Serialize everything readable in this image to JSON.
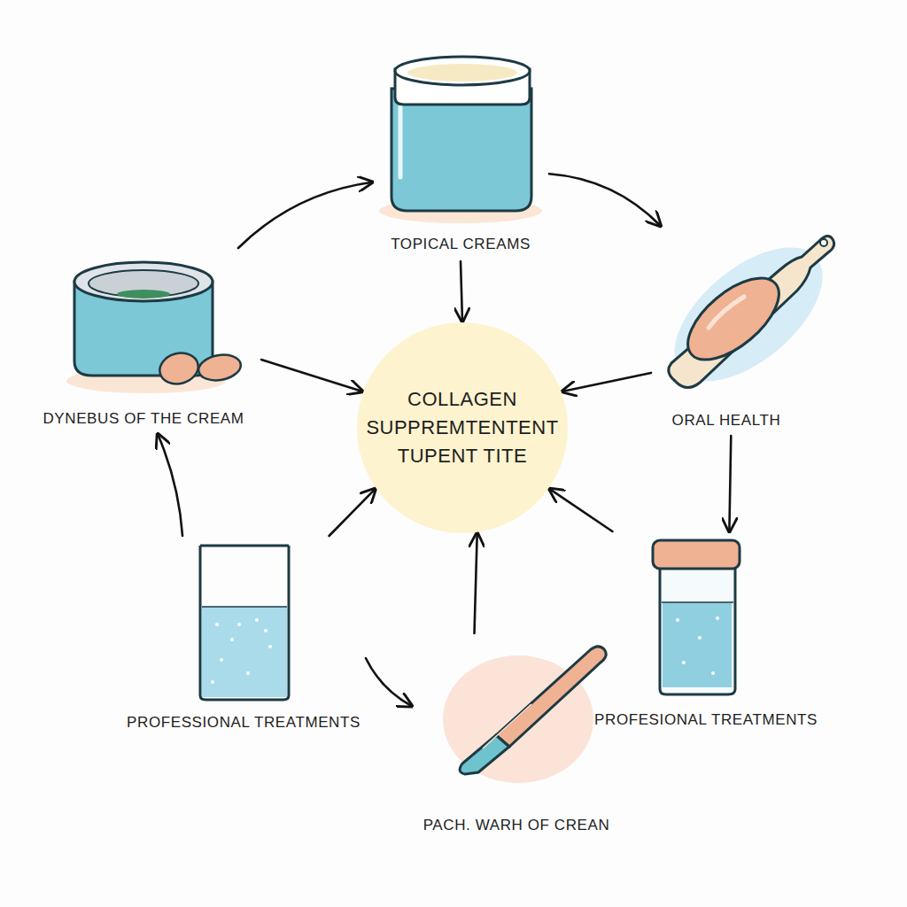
{
  "diagram": {
    "nodes": [
      {
        "text": [
          "TOPICAL CREAMS"
        ]
      },
      {
        "text": [
          "DYNEBUS OF THE CREAM"
        ]
      },
      {
        "text": [
          "COLLAGEN SUPPREMTENTENT TUPENT TITE"
        ]
      },
      {
        "text": [
          "ORAL HEALTH"
        ]
      },
      {
        "text": [
          "PROFESSIONAL TREATMENTS"
        ]
      },
      {
        "text": [
          "PROFESIONAL TREATMENTS"
        ]
      },
      {
        "text": [
          "PACH. WARH OF CREAN"
        ]
      }
    ],
    "edges": [
      {
        "from": 1,
        "to": 0,
        "arrow": "to"
      },
      {
        "from": 0,
        "to": 3,
        "arrow": "to"
      },
      {
        "from": 0,
        "to": 2,
        "arrow": "to"
      },
      {
        "from": 1,
        "to": 2,
        "arrow": "to"
      },
      {
        "from": 3,
        "to": 2,
        "arrow": "to"
      },
      {
        "from": 3,
        "to": 5,
        "arrow": "to"
      },
      {
        "from": 5,
        "to": 2,
        "arrow": "to"
      },
      {
        "from": 6,
        "to": 2,
        "arrow": "to"
      },
      {
        "from": 4,
        "to": 2,
        "arrow": "to"
      },
      {
        "from": 4,
        "to": 6,
        "arrow": "to"
      },
      {
        "from": 4,
        "to": 1,
        "arrow": "to"
      }
    ]
  }
}
